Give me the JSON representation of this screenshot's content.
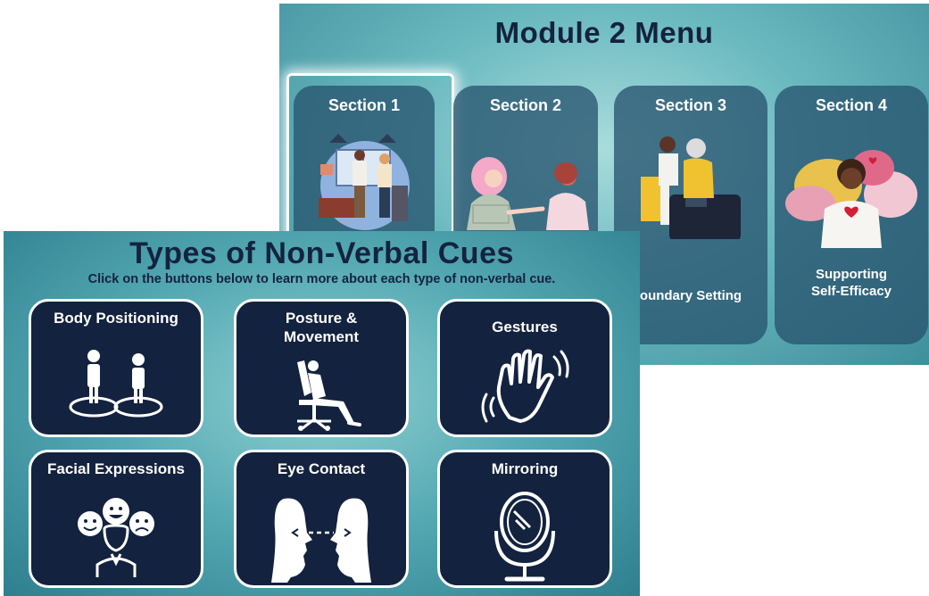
{
  "menu": {
    "title": "Module 2 Menu",
    "sections": [
      {
        "title": "Section 1",
        "subtitle": ""
      },
      {
        "title": "Section 2",
        "subtitle": ""
      },
      {
        "title": "Section 3",
        "subtitle": "oundary Setting"
      },
      {
        "title": "Section 4",
        "subtitle": "Supporting\nSelf-Efficacy"
      }
    ]
  },
  "cues": {
    "title": "Types of Non-Verbal Cues",
    "subtitle": "Click on the buttons below to learn more about each type of non-verbal cue.",
    "buttons": [
      {
        "label": "Body Positioning",
        "icon": "body-positioning-icon"
      },
      {
        "label": "Posture &\nMovement",
        "icon": "posture-chair-icon"
      },
      {
        "label": "Gestures",
        "icon": "waving-hand-icon"
      },
      {
        "label": "Facial Expressions",
        "icon": "faces-icon"
      },
      {
        "label": "Eye Contact",
        "icon": "eye-contact-icon"
      },
      {
        "label": "Mirroring",
        "icon": "mirror-icon"
      }
    ]
  },
  "colors": {
    "navy": "#13223e",
    "teal_light": "#8fd0d1",
    "teal_dark": "#2f7f8f",
    "card_fill": "#285470"
  }
}
